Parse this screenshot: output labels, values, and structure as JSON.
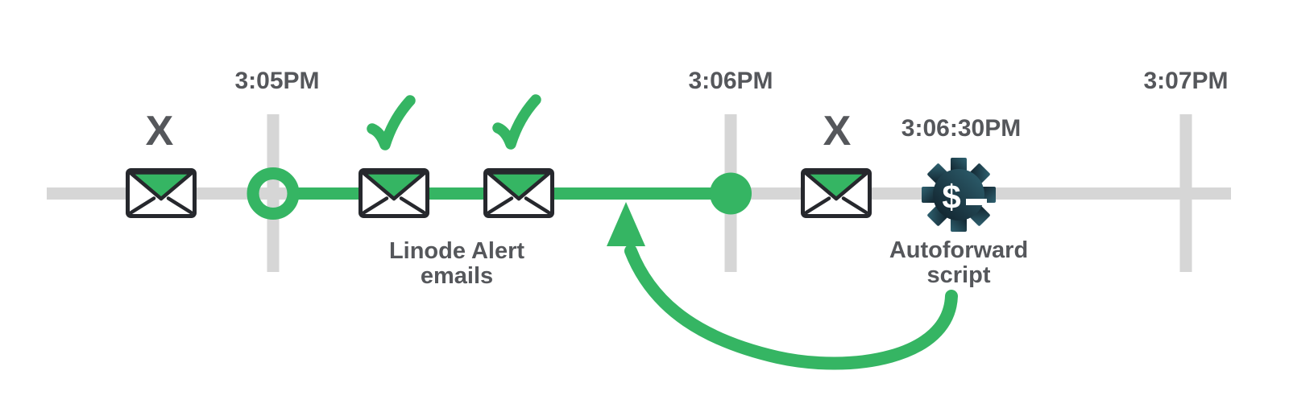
{
  "colors": {
    "green": "#35b563",
    "track_gray": "#d6d6d6",
    "text_gray": "#55575b",
    "envelope_ink": "#26282d",
    "gear_teal": "#2f6271",
    "gear_dark": "#0f1e28",
    "white": "#ffffff"
  },
  "timeline": {
    "ticks": [
      {
        "label": "3:05PM"
      },
      {
        "label": "3:06PM"
      },
      {
        "label": "3:07PM"
      }
    ]
  },
  "events": {
    "blocked_mark": "X",
    "autoforward_time": "3:06:30PM"
  },
  "captions": {
    "alert_line1": "Linode Alert",
    "alert_line2": "emails",
    "autoforward_line1": "Autoforward",
    "autoforward_line2": "script"
  },
  "icons": {
    "gear_prompt": "$"
  }
}
